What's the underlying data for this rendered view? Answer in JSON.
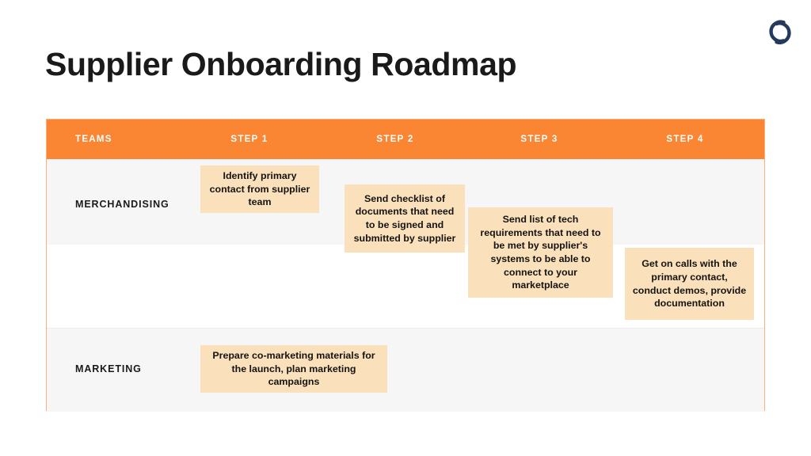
{
  "page": {
    "title": "Supplier Onboarding Roadmap",
    "background_color": "#ffffff"
  },
  "logo": {
    "name": "brand-monogram-logo",
    "color": "#25395c"
  },
  "table": {
    "accent_color": "#fa8634",
    "card_color": "#fae1bc",
    "row_band_color": "#f6f6f6",
    "border_color": "#f6b17c",
    "columns": [
      {
        "key": "teams",
        "label": "TEAMS"
      },
      {
        "key": "step1",
        "label": "STEP 1"
      },
      {
        "key": "step2",
        "label": "STEP 2"
      },
      {
        "key": "step3",
        "label": "STEP 3"
      },
      {
        "key": "step4",
        "label": "STEP 4"
      }
    ],
    "rows": [
      {
        "team": "MERCHANDISING",
        "cards": [
          {
            "step": "STEP 1",
            "text": "Identify primary contact from supplier team"
          },
          {
            "step": "STEP 2",
            "text": "Send checklist of documents that need to be signed and submitted by supplier"
          },
          {
            "step": "STEP 3",
            "text": "Send list of tech requirements that need to be met by supplier's systems to be able to connect to your marketplace"
          },
          {
            "step": "STEP 4",
            "text": "Get on calls with the primary contact, conduct demos, provide documentation"
          }
        ]
      },
      {
        "team": "MARKETING",
        "cards": [
          {
            "step": "STEP 1",
            "text": "Prepare co-marketing materials for the launch, plan marketing campaigns"
          }
        ]
      }
    ]
  }
}
